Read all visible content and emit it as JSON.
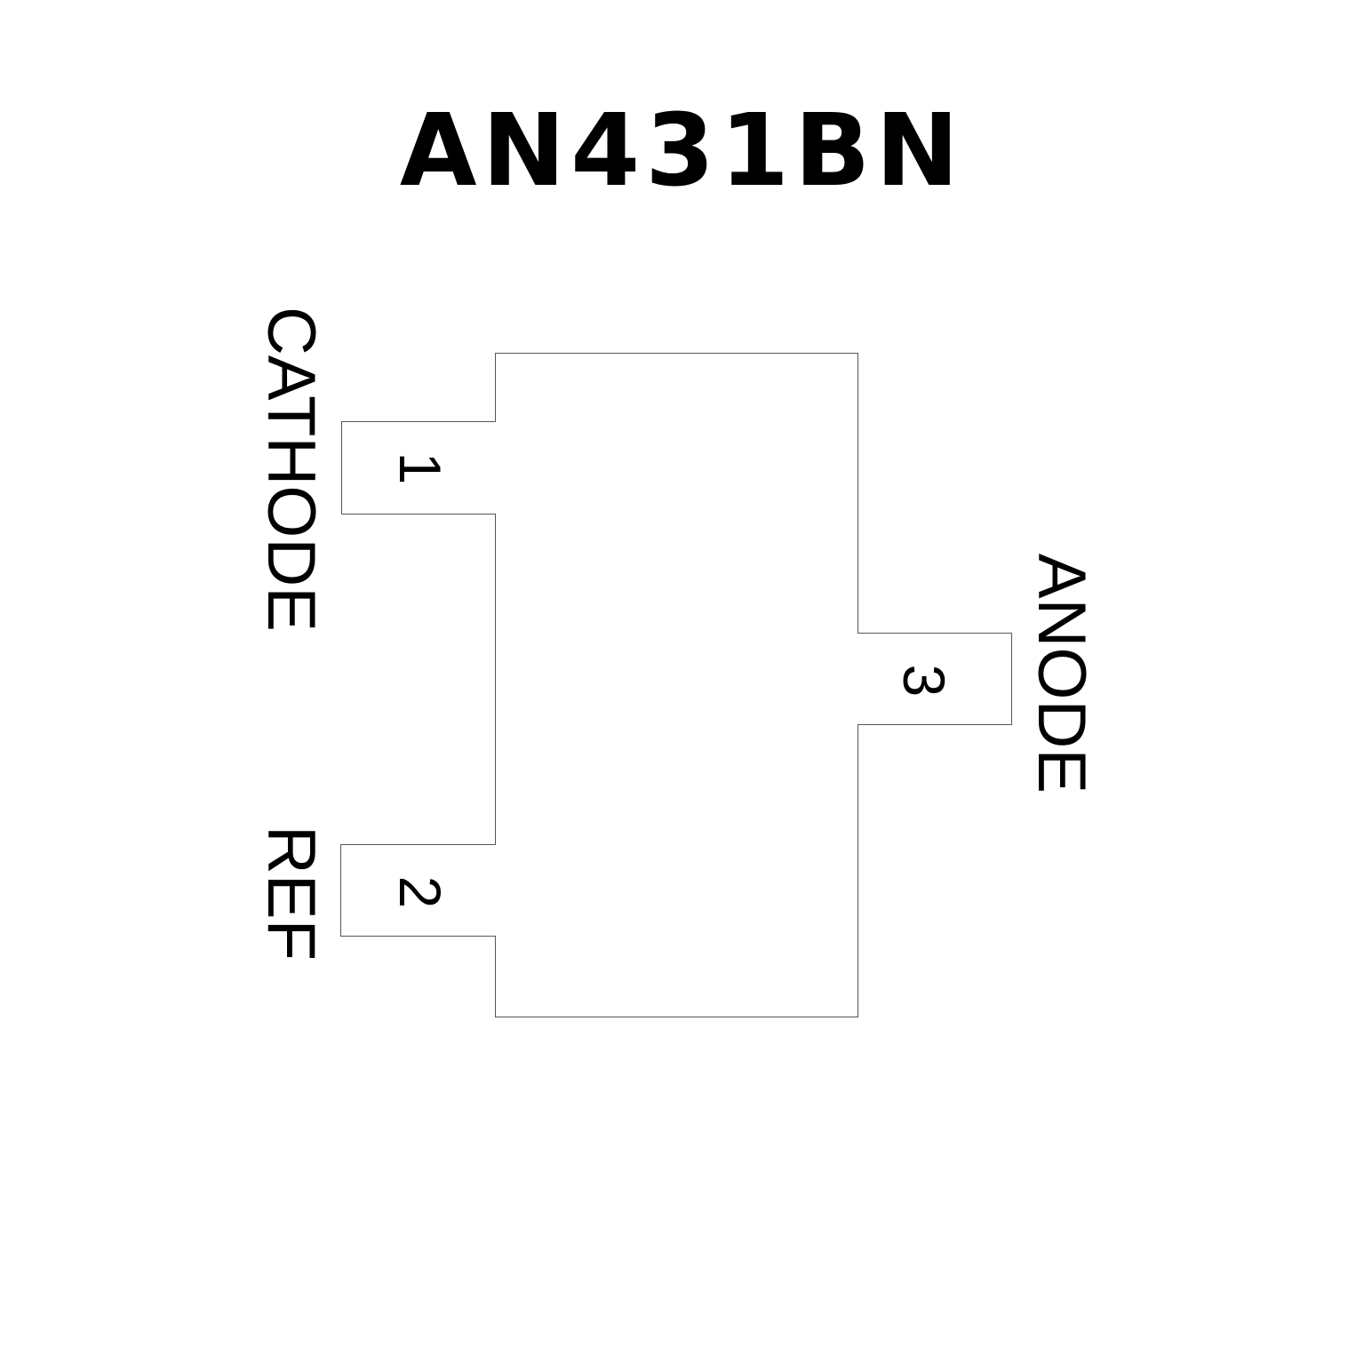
{
  "title": "AN431BN",
  "pins": [
    {
      "number": "1",
      "name": "CATHODE"
    },
    {
      "number": "2",
      "name": "REF"
    },
    {
      "number": "3",
      "name": "ANODE"
    }
  ]
}
